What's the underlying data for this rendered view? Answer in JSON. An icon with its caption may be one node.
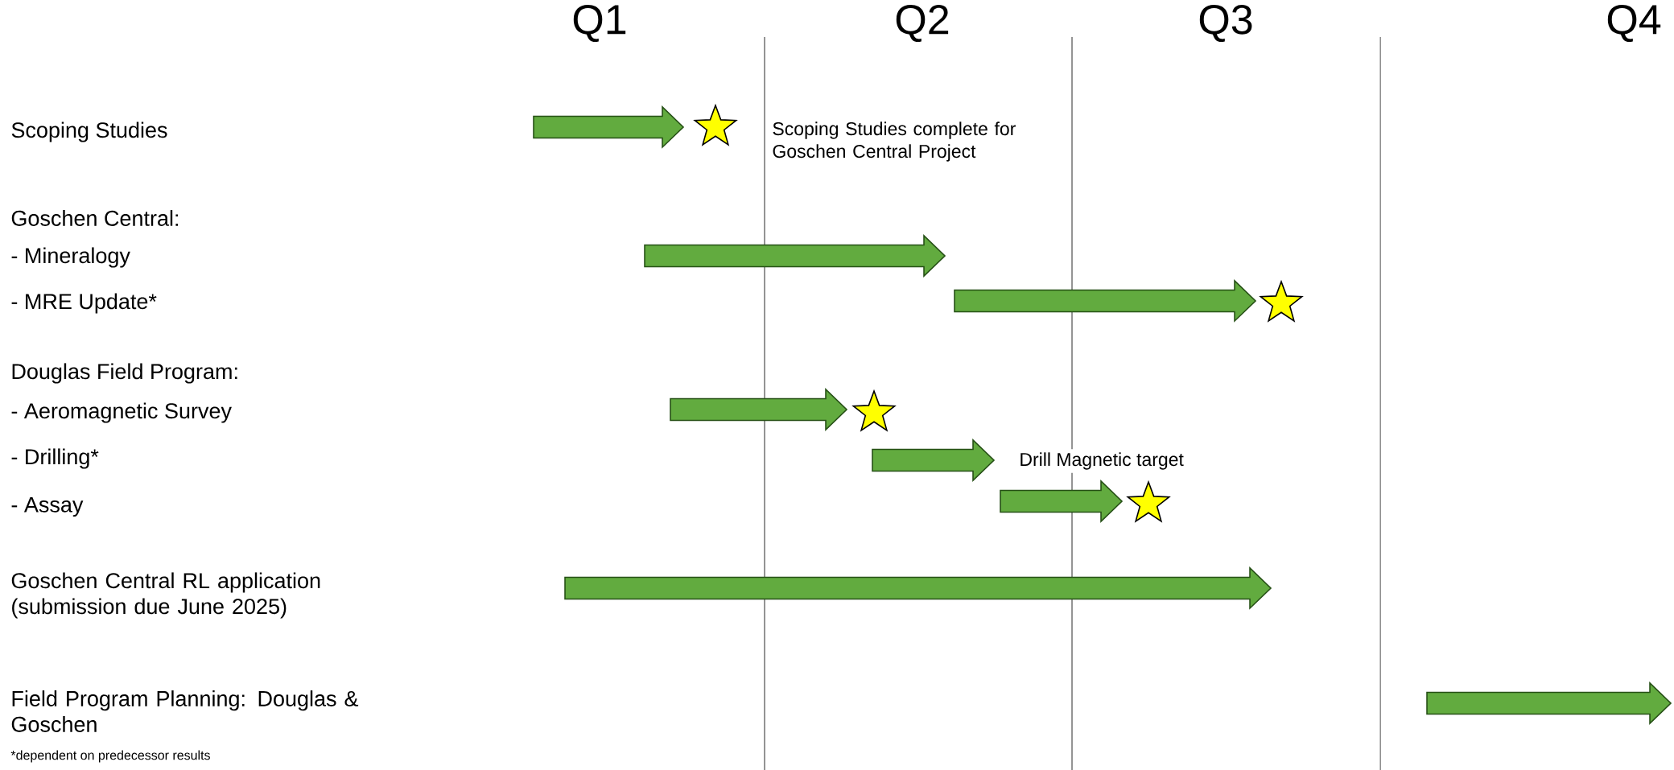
{
  "diagram": {
    "labels": [
      "Q1",
      "Q2",
      "Q3",
      "Q4",
      "Scoping Studies",
      "Scoping Studies complete for Goschen Central Project",
      "Goschen Central:",
      "- Mineralogy",
      "- MRE Update*",
      "Douglas Field Program:",
      "- Aeromagnetic Survey",
      "- Drilling*",
      "Drill Magnetic target",
      "- Assay",
      "Goschen Central RL application (submission due June 2025)",
      "Field Program Planning: Douglas & Goschen",
      "*dependent on predecessor results"
    ]
  }
}
